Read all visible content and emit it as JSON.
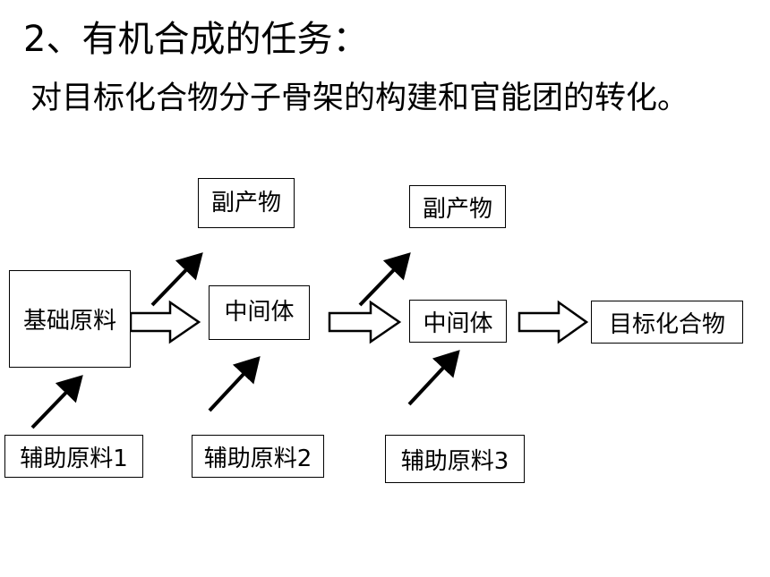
{
  "heading": {
    "title": "2、有机合成的任务：",
    "subtitle": "对目标化合物分子骨架的构建和官能团的转化。"
  },
  "diagram": {
    "start": "基础原料",
    "intermediate_1": "中间体",
    "intermediate_2": "中间体",
    "target": "目标化合物",
    "byproduct_1": "副产物",
    "byproduct_2": "副产物",
    "auxiliary_1": "辅助原料1",
    "auxiliary_2": "辅助原料2",
    "auxiliary_3": "辅助原料3"
  }
}
